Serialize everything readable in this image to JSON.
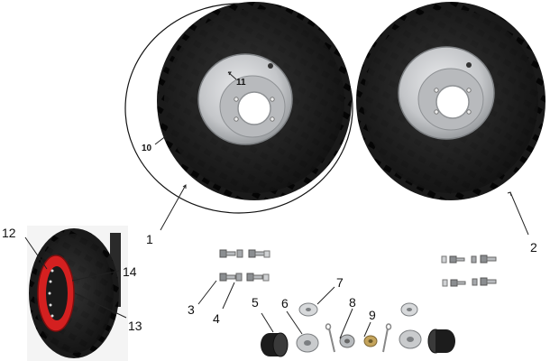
{
  "labels": {
    "n1": "1",
    "n2": "2",
    "n3": "3",
    "n4": "4",
    "n5": "5",
    "n6": "6",
    "n7": "7",
    "n8": "8",
    "n9": "9",
    "n10": "10",
    "n11": "11",
    "n12": "12",
    "n13": "13",
    "n14": "14"
  },
  "colors": {
    "tire": "#1c1c1c",
    "tread": "#0a0a0a",
    "rim": "#c4c6c9",
    "rim_dark": "#8e9194",
    "bead_lock_ring": "#d42020",
    "line": "#222222"
  },
  "icons": [
    "tire-icon",
    "rim-icon",
    "bolt-icon",
    "nut-icon",
    "washer-icon",
    "spacer-icon",
    "cotter-pin-icon"
  ]
}
